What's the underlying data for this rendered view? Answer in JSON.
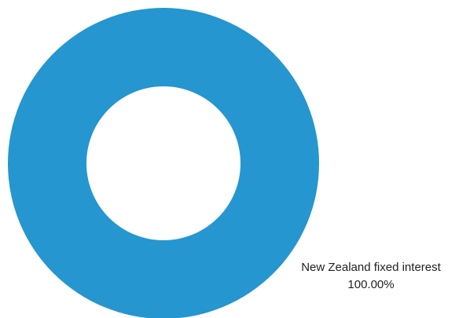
{
  "chart_data": {
    "type": "pie",
    "style": "donut",
    "categories": [
      "New Zealand fixed interest"
    ],
    "values": [
      100.0
    ],
    "data_labels": [
      {
        "name": "New Zealand fixed interest",
        "value_text": "100.00%"
      }
    ],
    "colors": [
      "#2596cf"
    ],
    "legend": "none"
  }
}
